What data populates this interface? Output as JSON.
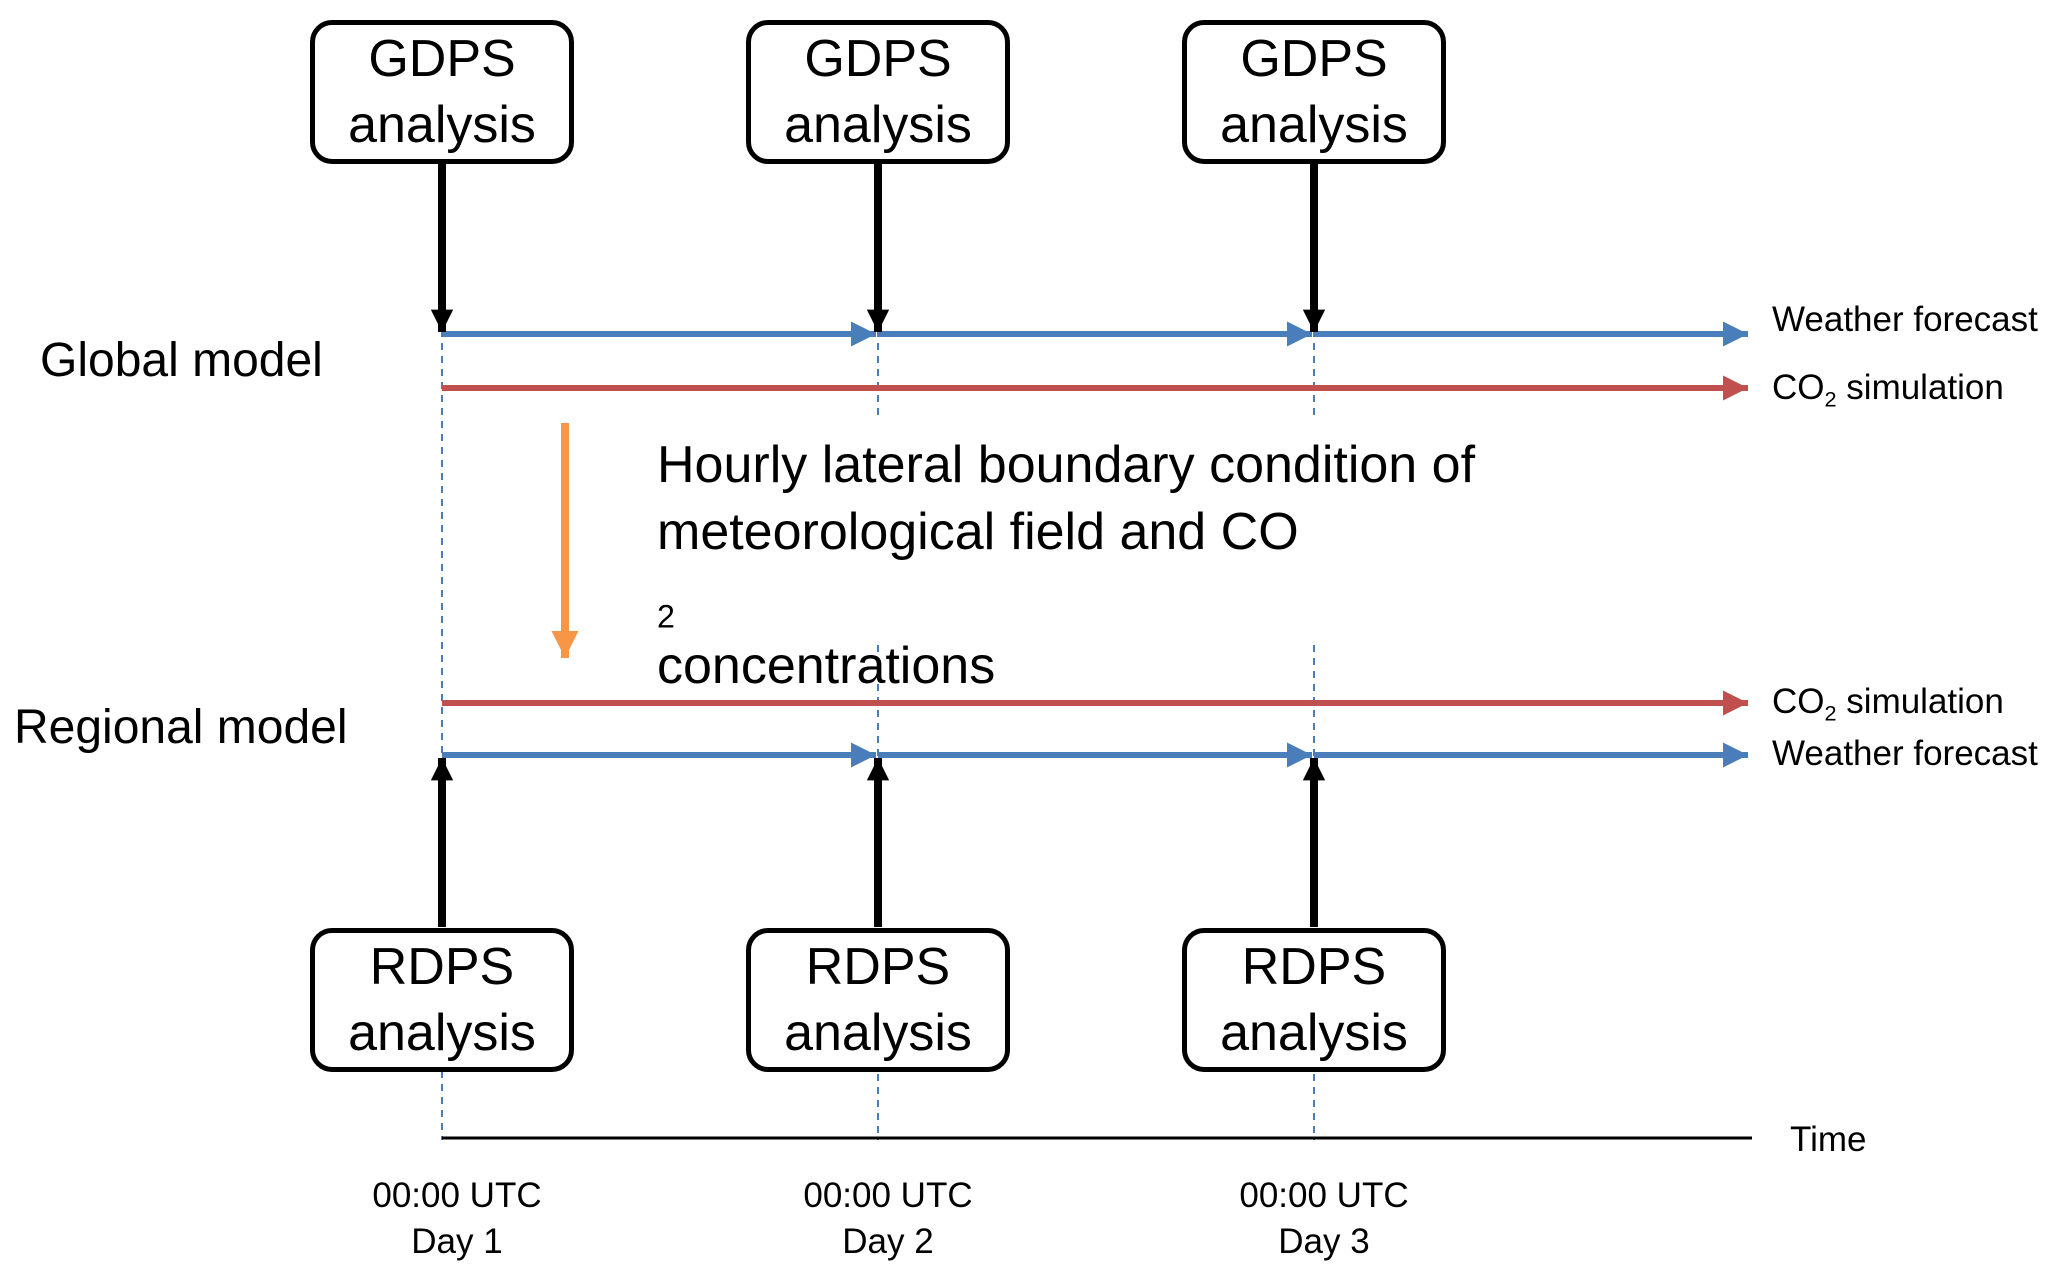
{
  "global_model": {
    "label": "Global model",
    "analysis_boxes": [
      {
        "line1": "GDPS",
        "line2": "analysis"
      },
      {
        "line1": "GDPS",
        "line2": "analysis"
      },
      {
        "line1": "GDPS",
        "line2": "analysis"
      }
    ],
    "weather_label": "Weather forecast",
    "co2_label_prefix": "CO",
    "co2_label_sub": "2",
    "co2_label_suffix": " simulation"
  },
  "regional_model": {
    "label": "Regional model",
    "analysis_boxes": [
      {
        "line1": "RDPS",
        "line2": "analysis"
      },
      {
        "line1": "RDPS",
        "line2": "analysis"
      },
      {
        "line1": "RDPS",
        "line2": "analysis"
      }
    ],
    "weather_label": "Weather forecast",
    "co2_label_prefix": "CO",
    "co2_label_sub": "2",
    "co2_label_suffix": " simulation"
  },
  "boundary_note": {
    "line1": "Hourly lateral boundary condition of",
    "line2_prefix": "meteorological field and CO",
    "line2_sub": "2",
    "line3": "concentrations"
  },
  "time_axis": {
    "label": "Time",
    "ticks": [
      {
        "time": "00:00 UTC",
        "day": "Day 1"
      },
      {
        "time": "00:00 UTC",
        "day": "Day 2"
      },
      {
        "time": "00:00 UTC",
        "day": "Day 3"
      }
    ]
  },
  "colors": {
    "weather_forecast": "#4a7ebb",
    "co2_simulation": "#c0504d",
    "boundary_arrow": "#f79646",
    "analysis_arrow": "#000000",
    "dashed_guides": "#4a7ebb"
  }
}
